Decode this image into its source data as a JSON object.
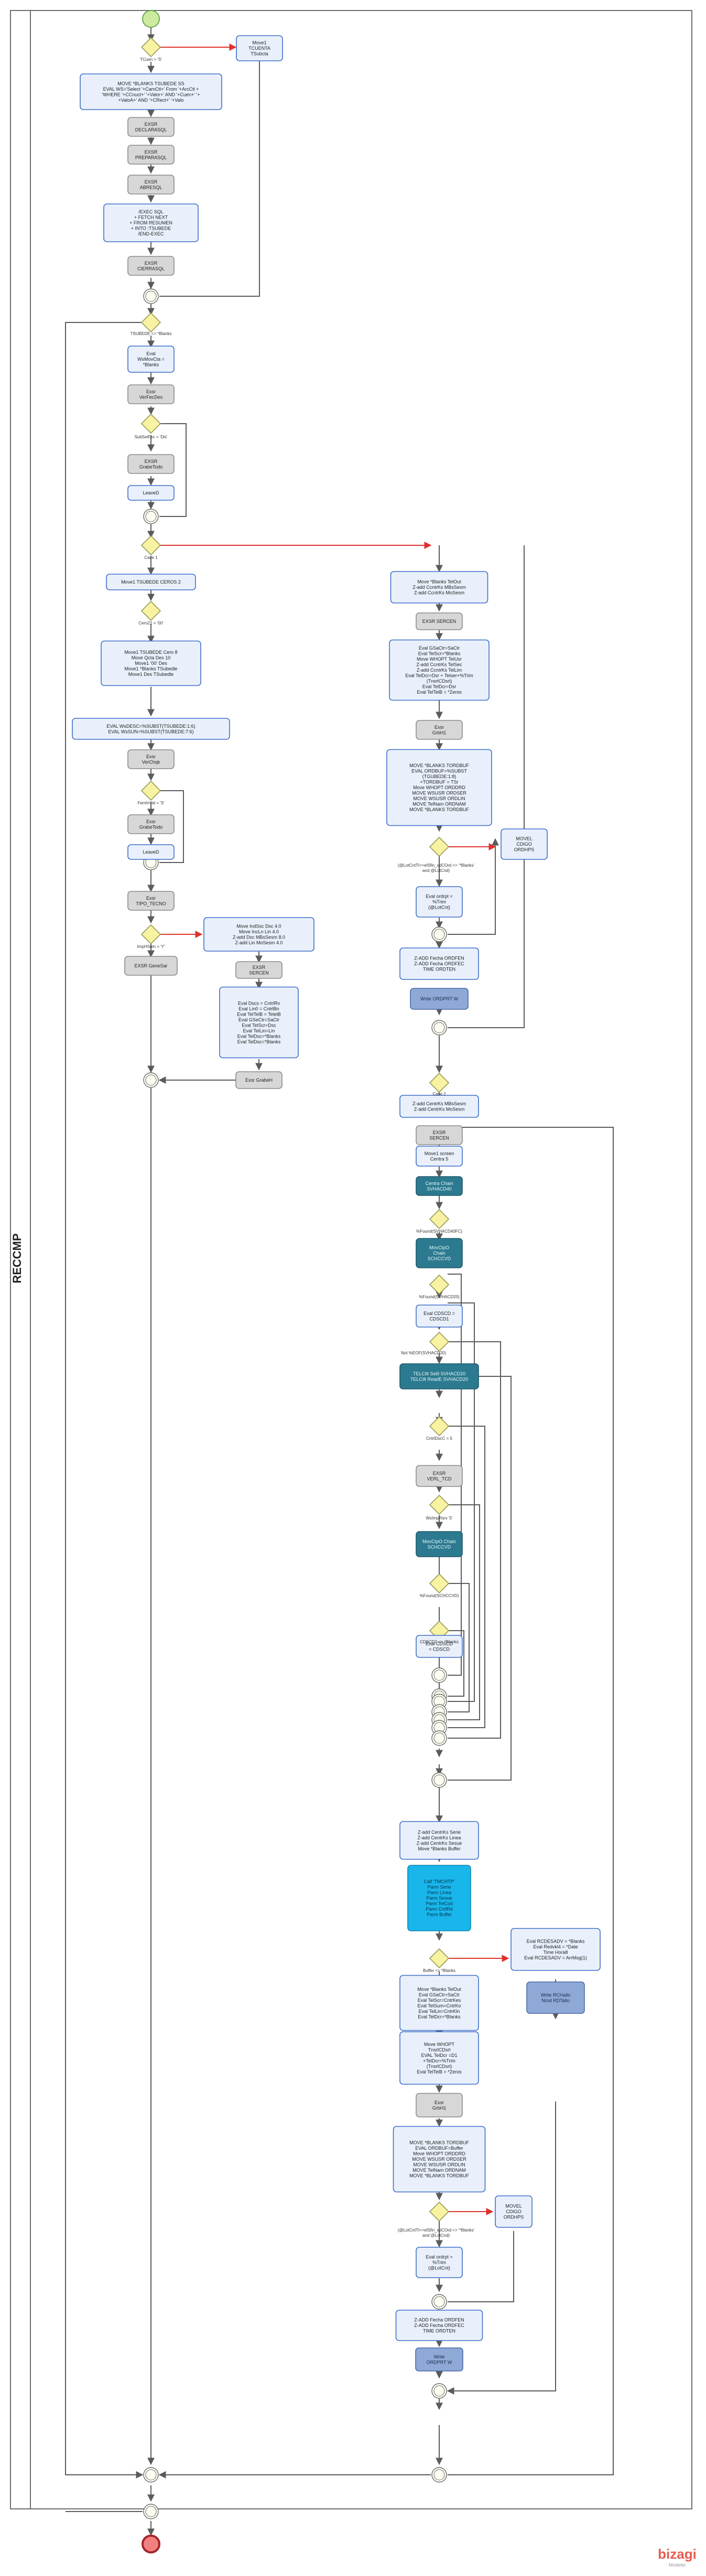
{
  "pool": {
    "label": "RECCMP"
  },
  "footer": {
    "brand": "bizagi",
    "tagline": "Modeler"
  },
  "tasks": [
    {
      "id": "t_tcuenta",
      "style": "blue",
      "lines": [
        "Move1",
        "TCUENTA",
        "TSubcta"
      ]
    },
    {
      "id": "t_move_sql",
      "style": "blue",
      "lines": [
        "MOVE     *BLANKS    TSUBEDE         SS",
        "EVAL  WS='Select '+CamCtl+' From '+ArcCtl +",
        "  'WHERE '+CCnuct+' '+Valor+' AND '+Cuen+' '+",
        "  +ValoA+' AND '+CRect+' '+Valo"
      ]
    },
    {
      "id": "t_exsr_declare",
      "style": "gray",
      "lines": [
        "EXSR",
        "DECLARASQL"
      ]
    },
    {
      "id": "t_exsr_prepare",
      "style": "gray",
      "lines": [
        "EXSR",
        "PREPARASQL"
      ]
    },
    {
      "id": "t_exsr_abre",
      "style": "gray",
      "lines": [
        "EXSR",
        "ABRESQL"
      ]
    },
    {
      "id": "t_exec_sql",
      "style": "blue",
      "lines": [
        "/EXEC SQL",
        "+    FETCH NEXT",
        "+  FROM RESUMEN",
        "+    INTO  :TSUBEDE",
        "/END-EXEC"
      ]
    },
    {
      "id": "t_exsr_cierra",
      "style": "gray",
      "lines": [
        "EXSR",
        "CIERRASQL"
      ]
    },
    {
      "id": "t_eval_wsmov",
      "style": "blue",
      "lines": [
        "Eval",
        "WsMovCta =",
        "*Blanks"
      ]
    },
    {
      "id": "t_exsr_verfecdes",
      "style": "gray",
      "lines": [
        "Exsr",
        "VerFecDes"
      ]
    },
    {
      "id": "t_exsr_grabelodo",
      "style": "gray",
      "lines": [
        "EXSR",
        "GrabeTodo"
      ]
    },
    {
      "id": "t_leave1",
      "style": "blue",
      "lines": [
        "LeaveD"
      ]
    },
    {
      "id": "t_move_cer1",
      "style": "blue",
      "lines": [
        "Move1 TSUBEDE   CEROS 2"
      ]
    },
    {
      "id": "t_move_ceros",
      "style": "blue",
      "lines": [
        "Move1  TSUBEDE  Cero      8",
        "Move Qcta    Des       10",
        "Move1     '00'    Des",
        "Move1  *Blanks   TSubedle",
        "Move1   Des       TSubedle"
      ]
    },
    {
      "id": "t_eval_wsdesc",
      "style": "blue",
      "lines": [
        "EVAL    WsDESC=%SUBST(TSUBEDE:1:6)",
        "EVAL    WsSUN=%SUBST(TSUBEDE:7:6)"
      ]
    },
    {
      "id": "t_exsr_verchqk",
      "style": "gray",
      "lines": [
        "Exsr",
        "VerChqk"
      ]
    },
    {
      "id": "t_exsr_grabe2",
      "style": "gray",
      "lines": [
        "Exsr",
        "GrabeTodo"
      ]
    },
    {
      "id": "t_leave2",
      "style": "blue",
      "lines": [
        "LeaveD"
      ]
    },
    {
      "id": "t_exsr_tipo",
      "style": "gray",
      "lines": [
        "Exsr",
        "TIPO_TECNO"
      ]
    },
    {
      "id": "t_exsr_genesar",
      "style": "gray",
      "lines": [
        "EXSR GeneSar"
      ]
    },
    {
      "id": "t_move_indsc",
      "style": "blue",
      "lines": [
        "Move     IndSsc        Dsc          4.0",
        "Move     IncLn         Lin          4.0",
        "Z-add    Dsc           MBsSesm      8.0",
        "Z-add    Lin           MoSesm       4.0"
      ]
    },
    {
      "id": "t_exsr_sercen1",
      "style": "gray",
      "lines": [
        "EXSR",
        "SERCEN"
      ]
    },
    {
      "id": "t_eval_dsc",
      "style": "blue",
      "lines": [
        "Eval    Dscs = CntrlRv",
        "Eval    Lin0 = CntrlBn",
        "Eval    TelTelB = TelelB",
        "Eval    GSeCtr=SaCtr",
        "Eval      TelScr=Dsc",
        "Eval      TelLin=Lin",
        "Eval    TelDsc=*Blanks",
        "Eval    TelDsc=*Blanks"
      ]
    },
    {
      "id": "t_exsr_grabeh",
      "style": "gray",
      "lines": [
        "Exsr GrabeH"
      ]
    },
    {
      "id": "t_move_blanks1",
      "style": "blue",
      "lines": [
        "Move      *Blanks      TelOut",
        "Z-add    CcntrKs      MBsSesm",
        "Z-add    CcntrKs      MoSesm"
      ]
    },
    {
      "id": "t_exsr_sercen2",
      "style": "gray",
      "lines": [
        "EXSR  SERCEN"
      ]
    },
    {
      "id": "t_eval_gsa",
      "style": "blue",
      "lines": [
        "Eval    GSaCtr=SaCtr",
        "Eval    TelScr=*Blanks",
        "Move    WHOPT          TelUsr",
        "Z-add   CcntrKs        TelSec",
        "Z-add   CcntrKs        TelLim",
        "Eval    TelDcr=Dsr + Telser+%Trim",
        "(TnsrlCDsrl)",
        "Eval    TelDcr=Dsr",
        "Eval    TelTelB = *Zeros"
      ]
    },
    {
      "id": "t_exsr_grabeh2",
      "style": "gray",
      "lines": [
        "Exsr",
        "GrbH1"
      ]
    },
    {
      "id": "t_move_tordbuf1",
      "style": "blue",
      "lines": [
        "MOVE  *BLANKS       TORDBUF",
        "EVAL ORDBUF=%SUBST",
        "(TGUBEDE:1:8)",
        "+TORDBUF = TSr",
        "Move   WHOPT        ORDDRD",
        "MOVE   WSUSR        ORDSER",
        "MOVE   WSUSR        ORDLIN",
        "MOVE   TelNam       ORDNAM",
        "MOVE   *BLANKS      TORDBUF"
      ]
    },
    {
      "id": "t_move_codigo1",
      "style": "blue",
      "lines": [
        "MOVEL",
        "CDIGO",
        "ORDHPS"
      ]
    },
    {
      "id": "t_eval_ordrpt1",
      "style": "blue",
      "lines": [
        "Eval  ordrpt =",
        "%Trim",
        "(@LotCnt)"
      ]
    },
    {
      "id": "t_zadd_fecha1",
      "style": "blue",
      "lines": [
        "Z-ADD   Fecha   ORDFEN",
        "Z-ADD   Fecha   ORDFEC",
        "TIME            ORDTEN"
      ]
    },
    {
      "id": "t_write_ordprt1",
      "style": "bluedark",
      "lines": [
        "Write ORDPRT W"
      ]
    },
    {
      "id": "t_zadd_centrol",
      "style": "blue",
      "lines": [
        "Z-add CentrKs   MBsSesm",
        "Z-add CentrKs   MoSesm"
      ]
    },
    {
      "id": "t_exsr_sercen3",
      "style": "gray",
      "lines": [
        "EXSR",
        "SERCEN"
      ]
    },
    {
      "id": "t_move_screen",
      "style": "blue",
      "lines": [
        "Move1  screen",
        "Centra 5"
      ]
    },
    {
      "id": "t_centra_chain",
      "style": "teal",
      "lines": [
        "Centra Chain",
        "SVHACD40"
      ]
    },
    {
      "id": "t_movcpo_chain",
      "style": "teal",
      "lines": [
        "MovCtpO",
        "Chain",
        "SCHCCVD"
      ]
    },
    {
      "id": "t_eval_cdscd",
      "style": "blue",
      "lines": [
        "Eval  CDSCD =",
        "CDSCD1"
      ]
    },
    {
      "id": "t_telctl_read",
      "style": "teal",
      "lines": [
        "TELCtlt  Setll  SVHACD20",
        "TELCtlt  ReadE  SVHACD20"
      ]
    },
    {
      "id": "t_exsr_verl",
      "style": "gray",
      "lines": [
        "EXSR",
        "VERL_TCD"
      ]
    },
    {
      "id": "t_movcpo_chain2",
      "style": "teal",
      "lines": [
        "MovCtpO Chain",
        "SCHCCVD"
      ]
    },
    {
      "id": "t_eval_cdscd2",
      "style": "blue",
      "lines": [
        "Eval    CDSCD",
        "= CDSCD"
      ]
    },
    {
      "id": "t_zadd_serie",
      "style": "blue",
      "lines": [
        "Z-add  CentrKs    Serie",
        "Z-add  CentrKs    Linea",
        "Z-add  CentrKs    Sesue",
        "Move   *Blanks   Buffer"
      ]
    },
    {
      "id": "t_call_tmcrtp",
      "style": "cyan",
      "lines": [
        "Call  'TMCRTP'",
        "Parm      Serie",
        "Parm      Linea",
        "Parm      Sesue",
        "Parm      TelCod",
        "Parm      CntlRd",
        "Parm      Buffer"
      ]
    },
    {
      "id": "t_eval_rcdesc",
      "style": "blue",
      "lines": [
        "Eval  RCDESADV = *Blanks",
        "Eval  Redvkl4 = *Date",
        "Time               Hora8",
        "Eval  RCDESADV = ArrMsg(1)"
      ]
    },
    {
      "id": "t_write_rchallo",
      "style": "bluedark",
      "lines": [
        "Write      RCHallo",
        "Nrod       RDTallo"
      ]
    },
    {
      "id": "t_move_blanks2",
      "style": "blue",
      "lines": [
        "Move *Blanks     TelOut",
        "Eval   GSaCtr=SaCtr",
        "Eval   TelScr=CntrKes",
        "Eval   TelSum=CntrKo",
        "Eval   TelLin=CntrKln",
        "Eval   TelDcr=*Blanks"
      ]
    },
    {
      "id": "t_move_whopt",
      "style": "blue",
      "lines": [
        "Move  WHOPT",
        "TnsrlCDsrl",
        "EVAL   TelDcr =D1",
        "+TelDcr=%Trim",
        "(TnsrlCDsrl)",
        "Eval   TelTelB = *Zeros"
      ]
    },
    {
      "id": "t_exsr_grabeh3",
      "style": "gray",
      "lines": [
        "Exsr",
        "GrbH1"
      ]
    },
    {
      "id": "t_move_tordbuf2",
      "style": "blue",
      "lines": [
        "MOVE  *BLANKS  TORDBUF",
        "EVAL  ORDBUF=Buffer",
        "Move  WHOPT     ORDDRD",
        "MOVE  WSUSR     ORDSER",
        "MOVE  WSUSR     ORDLIN",
        "MOVE  TelNam    ORDNAM",
        "MOVE  *BLANKS   TORDBUF"
      ]
    },
    {
      "id": "t_move_codigo2",
      "style": "blue",
      "lines": [
        "MOVEL",
        "CDIGO",
        "ORDHPS"
      ]
    },
    {
      "id": "t_eval_ordrpt2",
      "style": "blue",
      "lines": [
        "Eval ordrpt =",
        "%Trim",
        "(@LotCnt)"
      ]
    },
    {
      "id": "t_zadd_fecha2",
      "style": "blue",
      "lines": [
        "Z-ADD  Fecha  ORDFEN",
        "Z-ADD  Fecha  ORDFEC",
        "TIME           ORDTEN"
      ]
    },
    {
      "id": "t_write_ordprt2",
      "style": "bluedark",
      "lines": [
        "Write",
        "ORDPRT W"
      ]
    }
  ],
  "gateway_labels": [
    {
      "id": "g_tcuenta",
      "text": "TCuen  > 'S'"
    },
    {
      "id": "g_tsubedes",
      "text": "TSUBEDE <> *Blanks"
    },
    {
      "id": "g_subcta",
      "text": "SubSelFec = 'Dis'"
    },
    {
      "id": "g_case",
      "text": "Case 1"
    },
    {
      "id": "g_ceros",
      "text": "Cero21 = '00'"
    },
    {
      "id": "g_fecha",
      "text": "FemInVal = 'S'"
    },
    {
      "id": "g_impres",
      "text": "ImpHSum = 'Y'"
    },
    {
      "id": "g_orden1",
      "text": "(@LotCntTl<>elSfin_sdCOrd <> '*Blanks'\nand @LotCnd)"
    },
    {
      "id": "g_case2",
      "text": "Case 2"
    },
    {
      "id": "g_found1",
      "text": "%Found(SVHACD40FC)"
    },
    {
      "id": "g_found2",
      "text": "%Found(SVHACD20)"
    },
    {
      "id": "g_notfound",
      "text": "Not %EOF(SVHACD20)"
    },
    {
      "id": "g_cntrl",
      "text": "CntrlDscC = 5"
    },
    {
      "id": "g_impresora",
      "text": "WsImpRsrv '5'"
    },
    {
      "id": "g_found3",
      "text": "%Found(SCHCCVD)"
    },
    {
      "id": "g_cdscd",
      "text": "CDSCD2 <> *Blanks"
    },
    {
      "id": "g_buffer",
      "text": "Buffer <> *Blanks"
    },
    {
      "id": "g_orden2",
      "text": "(@LotCntTl<>elSfin_sdCOrd <> '*Blanks'\nand @LotCnd)"
    }
  ],
  "colors": {
    "task_blue_fill": "#e9f0fb",
    "task_blue_stroke": "#3f6fc9",
    "task_gray_fill": "#d7d7d7",
    "task_gray_stroke": "#8c8c8c",
    "task_teal_fill": "#2c7a8f",
    "task_cyan_fill": "#19b6ec",
    "task_darkblue_fill": "#8ea9d6",
    "gateway_fill": "#f7f3a3",
    "gateway_stroke": "#9a9a55",
    "start_fill": "#cdeba0",
    "end_fill": "#f28080",
    "flow_line": "#5b5b5b",
    "exception_line": "#e0322e"
  }
}
